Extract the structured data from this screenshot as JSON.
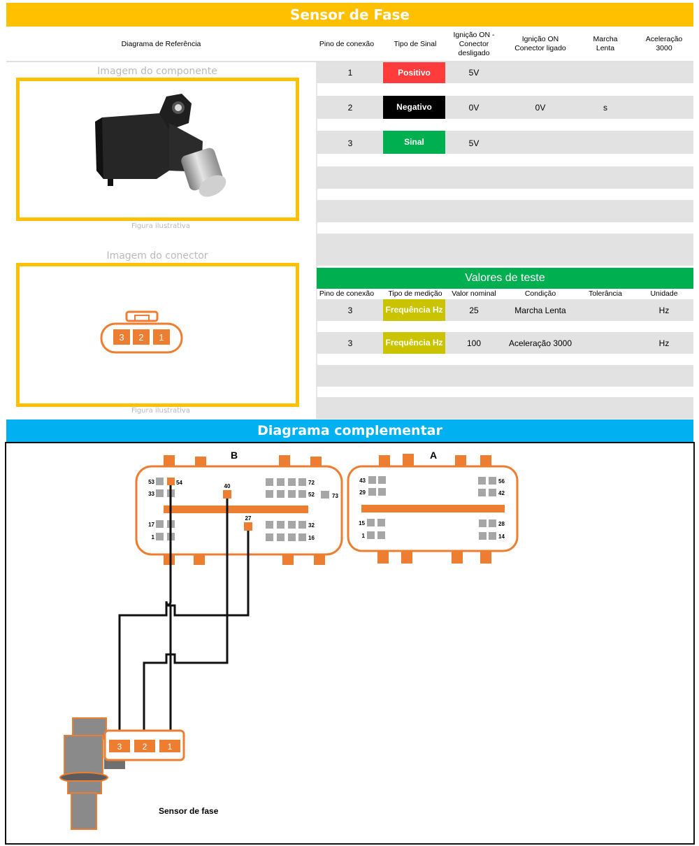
{
  "title": "Sensor de Fase",
  "header": {
    "reference": "Diagrama de Referência",
    "pin": "Pino de conexão",
    "signal_type": "Tipo de Sinal",
    "ign_off": "Ignição ON - Conector desligado",
    "ign_on": "Ignição ON Conector ligado",
    "idle": "Marcha Lenta",
    "accel": "Aceleração 3000"
  },
  "left": {
    "component_caption": "Imagem do componente",
    "figure_caption_1": "Figura ilustrativa",
    "connector_caption": "Imagem do conector",
    "figure_caption_2": "Figura ilustrativa",
    "connector_pins": [
      "3",
      "2",
      "1"
    ]
  },
  "pins": [
    {
      "pin": "1",
      "type": "Positivo",
      "color": "#ff3b3b",
      "ign_off": "5V",
      "ign_on": "",
      "idle": "",
      "accel": ""
    },
    {
      "pin": "2",
      "type": "Negativo",
      "color": "#000000",
      "ign_off": "0V",
      "ign_on": "0V",
      "idle": "s",
      "accel": ""
    },
    {
      "pin": "3",
      "type": "Sinal",
      "color": "#00b050",
      "ign_off": "5V",
      "ign_on": "",
      "idle": "",
      "accel": ""
    }
  ],
  "test": {
    "title": "Valores de teste",
    "headers": {
      "pin": "Pino de conexão",
      "measure": "Tipo de medição",
      "nominal": "Valor nominal",
      "condition": "Condição",
      "tolerance": "Tolerância",
      "unit": "Unidade"
    },
    "rows": [
      {
        "pin": "3",
        "measure": "Frequência Hz",
        "nominal": "25",
        "condition": "Marcha Lenta",
        "tolerance": "",
        "unit": "Hz"
      },
      {
        "pin": "3",
        "measure": "Frequência Hz",
        "nominal": "100",
        "condition": "Aceleração 3000",
        "tolerance": "",
        "unit": "Hz"
      }
    ],
    "measure_color": "#c9c300"
  },
  "diagram": {
    "title": "Diagrama complementar",
    "connector_b": "B",
    "connector_a": "A",
    "b_labels": {
      "p53": "53",
      "p54": "54",
      "p33": "33",
      "p40": "40",
      "p72": "72",
      "p52": "52",
      "p73": "73",
      "p17": "17",
      "p1": "1",
      "p27": "27",
      "p32": "32",
      "p16": "16"
    },
    "a_labels": {
      "p43": "43",
      "p29": "29",
      "p56": "56",
      "p42": "42",
      "p15": "15",
      "p1": "1",
      "p28": "28",
      "p14": "14"
    },
    "sensor_pins": [
      "3",
      "2",
      "1"
    ],
    "sensor_label": "Sensor de fase"
  },
  "colors": {
    "accent": "#ffc000",
    "orange": "#ed7d31",
    "green": "#00b050",
    "blue": "#00b0f0",
    "pin_gray": "#a6a6a6"
  }
}
